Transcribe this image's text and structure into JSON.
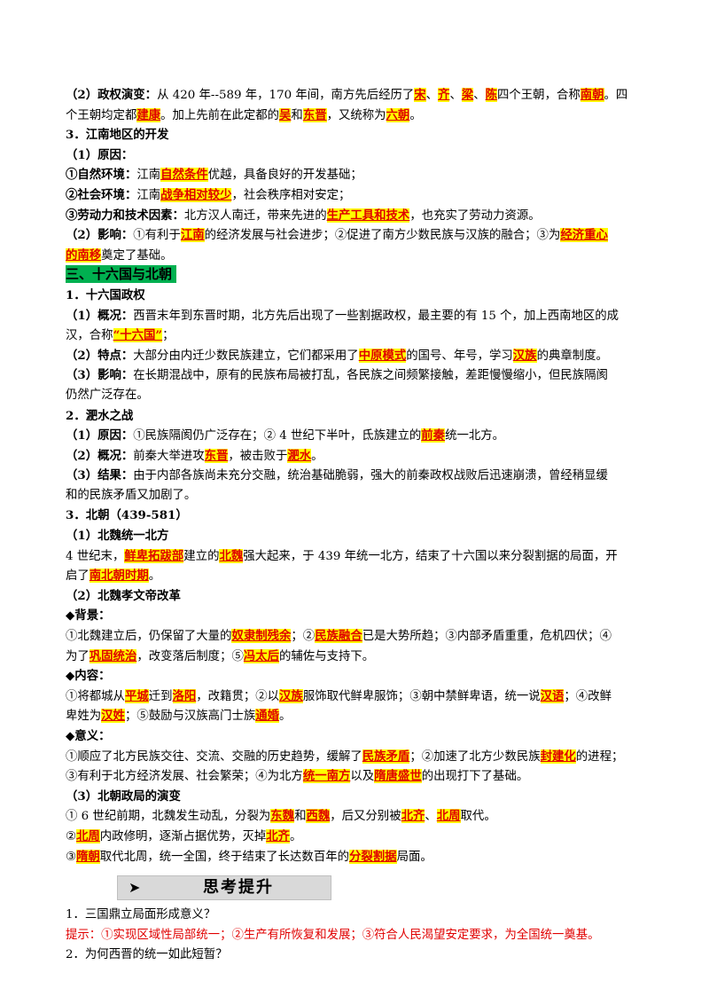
{
  "lines": [
    {
      "style": "p",
      "segs": [
        {
          "t": "（2）政权演变：",
          "b": true
        },
        {
          "t": "从 420 年--589 年，170 年间，南方先后经历了"
        },
        {
          "t": "宋",
          "h": true
        },
        {
          "t": "、"
        },
        {
          "t": "齐",
          "h": true
        },
        {
          "t": "、"
        },
        {
          "t": "梁",
          "h": true
        },
        {
          "t": "、"
        },
        {
          "t": "陈",
          "h": true
        },
        {
          "t": "四个王朝，合称"
        },
        {
          "t": "南朝",
          "h": true
        },
        {
          "t": "。四"
        }
      ]
    },
    {
      "style": "p",
      "segs": [
        {
          "t": "个王朝均定都"
        },
        {
          "t": "建康",
          "h": true
        },
        {
          "t": "。加上先前在此定都的"
        },
        {
          "t": "吴",
          "h": true
        },
        {
          "t": "和"
        },
        {
          "t": "东晋",
          "h": true
        },
        {
          "t": "，又统称为"
        },
        {
          "t": "六朝",
          "h": true
        },
        {
          "t": "。"
        }
      ]
    },
    {
      "style": "p",
      "segs": [
        {
          "t": "3．江南地区的开发",
          "b": true
        }
      ]
    },
    {
      "style": "p",
      "segs": [
        {
          "t": "（1）原因：",
          "b": true
        }
      ]
    },
    {
      "style": "p",
      "segs": [
        {
          "t": "①自然环境：",
          "b": true
        },
        {
          "t": "江南"
        },
        {
          "t": "自然条件",
          "h": true
        },
        {
          "t": "优越，具备良好的开发基础；"
        }
      ]
    },
    {
      "style": "p",
      "segs": [
        {
          "t": "②社会环境：",
          "b": true
        },
        {
          "t": "江南"
        },
        {
          "t": "战争相对较少",
          "h": true
        },
        {
          "t": "，社会秩序相对安定；"
        }
      ]
    },
    {
      "style": "p",
      "segs": [
        {
          "t": "③劳动力和技术因素：",
          "b": true
        },
        {
          "t": "北方汉人南迁，带来先进的"
        },
        {
          "t": "生产工具和技术",
          "h": true
        },
        {
          "t": "，也充实了劳动力资源。"
        }
      ]
    },
    {
      "style": "p",
      "segs": [
        {
          "t": "（2）影响：",
          "b": true
        },
        {
          "t": "①有利于"
        },
        {
          "t": "江南",
          "h": true
        },
        {
          "t": "的经济发展与社会进步；②促进了南方少数民族与汉族的融合；③为"
        },
        {
          "t": "经济重心",
          "h": true
        }
      ]
    },
    {
      "style": "p",
      "segs": [
        {
          "t": "的南移",
          "h": true
        },
        {
          "t": "奠定了基础。"
        }
      ]
    },
    {
      "style": "sec",
      "segs": [
        {
          "t": "三、十六国与北朝"
        }
      ]
    },
    {
      "style": "p",
      "segs": [
        {
          "t": "1．十六国政权",
          "b": true
        }
      ]
    },
    {
      "style": "p",
      "segs": [
        {
          "t": "（1）概况：",
          "b": true
        },
        {
          "t": "西晋末年到东晋时期，北方先后出现了一些割据政权，最主要的有 15 个，加上西南地区的成"
        }
      ]
    },
    {
      "style": "p",
      "segs": [
        {
          "t": "汉，合称"
        },
        {
          "t": "“十六国”",
          "h": true
        },
        {
          "t": "；"
        }
      ]
    },
    {
      "style": "p",
      "segs": [
        {
          "t": "（2）特点：",
          "b": true
        },
        {
          "t": "大部分由内迁少数民族建立，它们都采用了"
        },
        {
          "t": "中原模式",
          "h": true
        },
        {
          "t": "的国号、年号，学习"
        },
        {
          "t": "汉族",
          "h": true
        },
        {
          "t": "的典章制度。"
        }
      ]
    },
    {
      "style": "p",
      "segs": [
        {
          "t": "（3）影响：",
          "b": true
        },
        {
          "t": "在长期混战中，原有的民族布局被打乱，各民族之间频繁接触，差距慢慢缩小，但民族隔阂"
        }
      ]
    },
    {
      "style": "p",
      "segs": [
        {
          "t": "仍然广泛存在。"
        }
      ]
    },
    {
      "style": "p",
      "segs": [
        {
          "t": "2．淝水之战",
          "b": true
        }
      ]
    },
    {
      "style": "p",
      "segs": [
        {
          "t": "（1）原因：",
          "b": true
        },
        {
          "t": "①民族隔阂仍广泛存在；② 4 世纪下半叶，氐族建立的"
        },
        {
          "t": "前秦",
          "h": true
        },
        {
          "t": "统一北方。"
        }
      ]
    },
    {
      "style": "p",
      "segs": [
        {
          "t": "（2）概况：",
          "b": true
        },
        {
          "t": "前秦大举进攻"
        },
        {
          "t": "东晋",
          "h": true
        },
        {
          "t": "，被击败于"
        },
        {
          "t": "淝水",
          "h": true
        },
        {
          "t": "。"
        }
      ]
    },
    {
      "style": "p",
      "segs": [
        {
          "t": "（3）结果：",
          "b": true
        },
        {
          "t": "由于内部各族尚未充分交融，统治基础脆弱，强大的前秦政权战败后迅速崩溃，曾经稍显缓"
        }
      ]
    },
    {
      "style": "p",
      "segs": [
        {
          "t": "和的民族矛盾又加剧了。"
        }
      ]
    },
    {
      "style": "p",
      "segs": [
        {
          "t": "3．北朝（439-581）",
          "b": true
        }
      ]
    },
    {
      "style": "p",
      "segs": [
        {
          "t": "（1）北魏统一北方",
          "b": true
        }
      ]
    },
    {
      "style": "p",
      "segs": [
        {
          "t": "4 世纪末，"
        },
        {
          "t": "鲜卑拓跋部",
          "h": true
        },
        {
          "t": "建立的"
        },
        {
          "t": "北魏",
          "h": true
        },
        {
          "t": "强大起来，于 439 年统一北方，结束了十六国以来分裂割据的局面，开"
        }
      ]
    },
    {
      "style": "p",
      "segs": [
        {
          "t": "启了"
        },
        {
          "t": "南北朝时期",
          "h": true
        },
        {
          "t": "。"
        }
      ]
    },
    {
      "style": "p",
      "segs": [
        {
          "t": "（2）北魏孝文帝改革",
          "b": true
        }
      ]
    },
    {
      "style": "p",
      "segs": [
        {
          "t": "◆背景：",
          "b": true
        }
      ]
    },
    {
      "style": "p",
      "segs": [
        {
          "t": "①北魏建立后，仍保留了大量的"
        },
        {
          "t": "奴隶制残余",
          "h": true
        },
        {
          "t": "；②"
        },
        {
          "t": "民族融合",
          "h": true
        },
        {
          "t": "已是大势所趋；③内部矛盾重重，危机四伏；④"
        }
      ]
    },
    {
      "style": "p",
      "segs": [
        {
          "t": "为了"
        },
        {
          "t": "巩固统治",
          "h": true
        },
        {
          "t": "，改变落后制度；⑤"
        },
        {
          "t": "冯太后",
          "h": true
        },
        {
          "t": "的辅佐与支持下。"
        }
      ]
    },
    {
      "style": "p",
      "segs": [
        {
          "t": "◆内容：",
          "b": true
        }
      ]
    },
    {
      "style": "p",
      "segs": [
        {
          "t": "①将都城从"
        },
        {
          "t": "平城",
          "h": true
        },
        {
          "t": "迁到"
        },
        {
          "t": "洛阳",
          "h": true
        },
        {
          "t": "，改籍贯；②以"
        },
        {
          "t": "汉族",
          "h": true
        },
        {
          "t": "服饰取代鲜卑服饰；③朝中禁鲜卑语，统一说"
        },
        {
          "t": "汉语",
          "h": true
        },
        {
          "t": "；④改鲜"
        }
      ]
    },
    {
      "style": "p",
      "segs": [
        {
          "t": "卑姓为"
        },
        {
          "t": "汉姓",
          "h": true
        },
        {
          "t": "；⑤鼓励与汉族高门士族"
        },
        {
          "t": "通婚",
          "h": true
        },
        {
          "t": "。"
        }
      ]
    },
    {
      "style": "p",
      "segs": [
        {
          "t": "◆意义：",
          "b": true
        }
      ]
    },
    {
      "style": "p",
      "segs": [
        {
          "t": "①顺应了北方民族交往、交流、交融的历史趋势，缓解了"
        },
        {
          "t": "民族矛盾",
          "h": true
        },
        {
          "t": "；②加速了北方少数民族"
        },
        {
          "t": "封建化",
          "h": true
        },
        {
          "t": "的进程；"
        }
      ]
    },
    {
      "style": "p",
      "segs": [
        {
          "t": "③有利于北方经济发展、社会繁荣；④为北方"
        },
        {
          "t": "统一南方",
          "h": true
        },
        {
          "t": "以及"
        },
        {
          "t": "隋唐盛世",
          "h": true
        },
        {
          "t": "的出现打下了基础。"
        }
      ]
    },
    {
      "style": "p",
      "segs": [
        {
          "t": "（3）北朝政局的演变",
          "b": true
        }
      ]
    },
    {
      "style": "p",
      "segs": [
        {
          "t": "① 6 世纪前期，北魏发生动乱，分裂为"
        },
        {
          "t": "东魏",
          "h": true
        },
        {
          "t": "和"
        },
        {
          "t": "西魏",
          "h": true
        },
        {
          "t": "，后又分别被"
        },
        {
          "t": "北齐",
          "h": true
        },
        {
          "t": "、"
        },
        {
          "t": "北周",
          "h": true
        },
        {
          "t": "取代。"
        }
      ]
    },
    {
      "style": "p",
      "segs": [
        {
          "t": "②"
        },
        {
          "t": "北周",
          "h": true
        },
        {
          "t": "内政修明，逐渐占据优势，灭掉"
        },
        {
          "t": "北齐",
          "h": true
        },
        {
          "t": "。"
        }
      ]
    },
    {
      "style": "p",
      "segs": [
        {
          "t": "③"
        },
        {
          "t": "隋朝",
          "h": true
        },
        {
          "t": "取代北周，统一全国，终于结束了长达数百年的"
        },
        {
          "t": "分裂割据",
          "h": true
        },
        {
          "t": "局面。"
        }
      ]
    }
  ],
  "think": {
    "arrow": "➤",
    "title": "思考提升"
  },
  "after": [
    {
      "style": "p",
      "segs": [
        {
          "t": "1．三国鼎立局面形成意义？"
        }
      ]
    },
    {
      "style": "red",
      "segs": [
        {
          "t": "提示：①实现区域性局部统一；②生产有所恢复和发展；③符合人民渴望安定要求，为全国统一奠基。"
        }
      ]
    },
    {
      "style": "p",
      "segs": [
        {
          "t": "2．为何西晋的统一如此短暂？"
        }
      ]
    }
  ]
}
